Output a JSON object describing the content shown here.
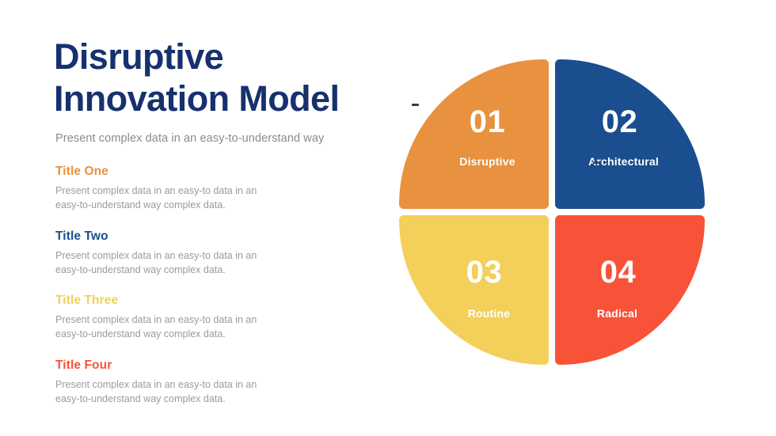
{
  "slide": {
    "background": "#ffffff",
    "title_line_1": "Disruptive",
    "title_line_2": "Innovation Model",
    "title_color": "#17316e",
    "subtitle": "Present complex data in an easy-to-understand way",
    "subtitle_color": "#8a8a8a"
  },
  "items": [
    {
      "title": "Title One",
      "color": "#e8913f",
      "body": "Present complex data in an easy-to data in an easy-to-understand way complex data."
    },
    {
      "title": "Title Two",
      "color": "#1a4e8e",
      "body": "Present complex data in an easy-to data in an easy-to-understand way complex data."
    },
    {
      "title": "Title Three",
      "color": "#f2d05a",
      "body": "Present complex data in an easy-to data in an easy-to-understand way complex data."
    },
    {
      "title": "Title Four",
      "color": "#f85239",
      "body": "Present complex data in an easy-to data in an easy-to-understand way complex data."
    }
  ],
  "chart_data": {
    "type": "pie",
    "title": "Disruptive Innovation Model",
    "layout": "four equal quadrants of a circle with gaps",
    "values": [
      25,
      25,
      25,
      25
    ],
    "categories": [
      "Disruptive",
      "Architectural",
      "Routine",
      "Radical"
    ],
    "segments": [
      {
        "number": "01",
        "label": "Disruptive",
        "color": "#e8913f",
        "position": "top-left"
      },
      {
        "number": "02",
        "label": "Architectural",
        "color": "#1a4e8e",
        "position": "top-right"
      },
      {
        "number": "03",
        "label": "Routine",
        "color": "#f2d05a",
        "position": "bottom-left"
      },
      {
        "number": "04",
        "label": "Radical",
        "color": "#f85239",
        "position": "bottom-right"
      }
    ],
    "label_color": "#ffffff",
    "legend": "none"
  }
}
